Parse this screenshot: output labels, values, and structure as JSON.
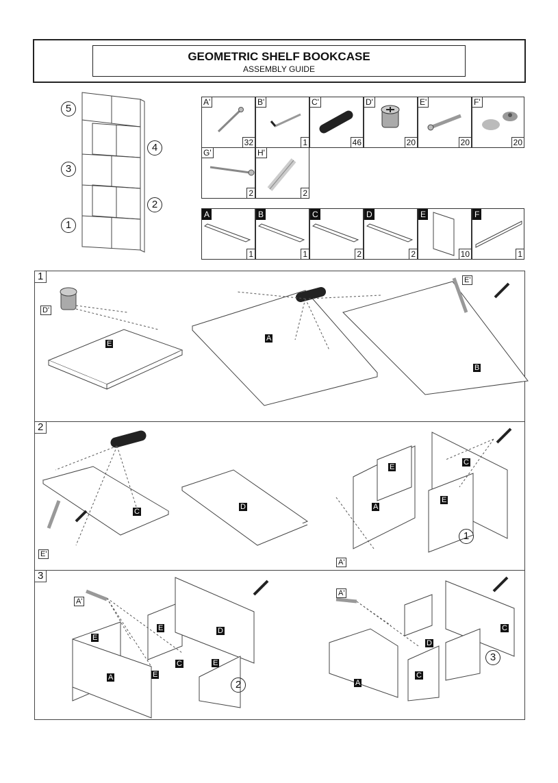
{
  "header": {
    "title": "GEOMETRIC SHELF BOOKCASE",
    "subtitle": "ASSEMBLY GUIDE"
  },
  "levels": [
    "5",
    "4",
    "3",
    "2",
    "1"
  ],
  "hardware": [
    {
      "label": "A'",
      "qty": "32",
      "icon": "wood-screw-icon"
    },
    {
      "label": "B'",
      "qty": "1",
      "icon": "allen-key-icon"
    },
    {
      "label": "C'",
      "qty": "46",
      "icon": "wooden-dowel-icon"
    },
    {
      "label": "D'",
      "qty": "20",
      "icon": "cam-lock-icon"
    },
    {
      "label": "E'",
      "qty": "20",
      "icon": "cam-bolt-icon"
    },
    {
      "label": "F'",
      "qty": "20",
      "icon": "cover-cap-icon"
    },
    {
      "label": "G'",
      "qty": "2",
      "icon": "long-screw-icon"
    },
    {
      "label": "H'",
      "qty": "2",
      "icon": "wall-plug-icon"
    }
  ],
  "panels": [
    {
      "label": "A",
      "qty": "1"
    },
    {
      "label": "B",
      "qty": "1"
    },
    {
      "label": "C",
      "qty": "2"
    },
    {
      "label": "D",
      "qty": "2"
    },
    {
      "label": "E",
      "qty": "10"
    },
    {
      "label": "F",
      "qty": "1"
    }
  ],
  "steps": [
    {
      "number": "1",
      "tags": [
        "D'",
        "E",
        "A",
        "E'",
        "B"
      ]
    },
    {
      "number": "2",
      "tags": [
        "C",
        "D",
        "E",
        "C",
        "E",
        "A",
        "E'",
        "A'"
      ],
      "sub": "1"
    },
    {
      "number": "3",
      "tags": [
        "A'",
        "E",
        "E",
        "D",
        "A",
        "E",
        "C",
        "E",
        "A'",
        "D",
        "C",
        "A",
        "C"
      ],
      "subs": [
        "2",
        "3"
      ]
    }
  ]
}
